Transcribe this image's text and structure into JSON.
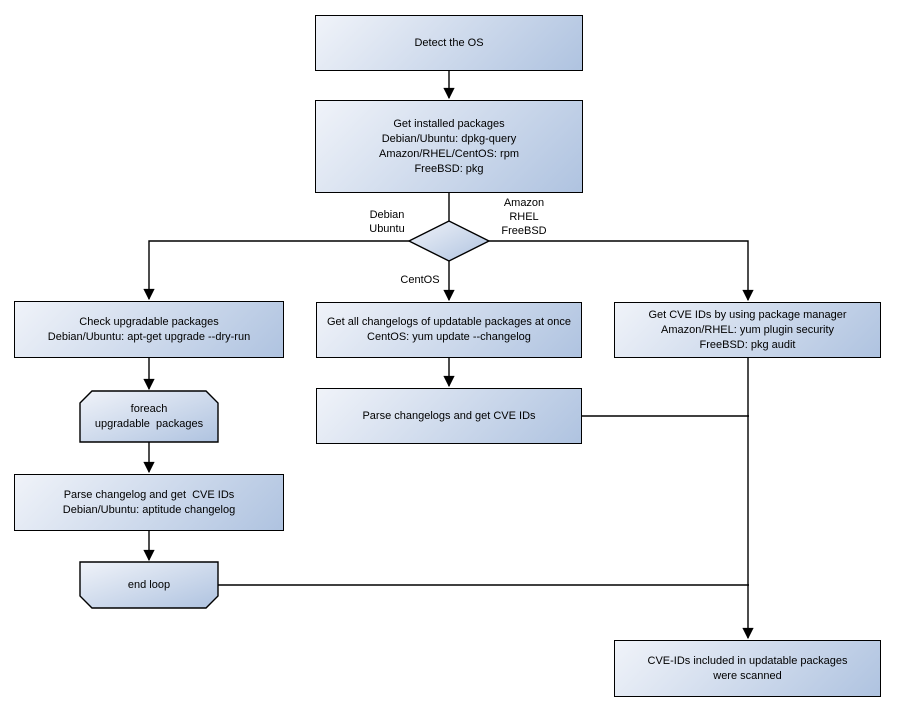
{
  "style": {
    "background": "#ffffff",
    "node_fill_light": "#f0f3f9",
    "node_fill_dark": "#afc3e0",
    "node_border": "#000000",
    "connector": "#000000",
    "text": "#000000"
  },
  "nodes": {
    "detect_os": "Detect the OS",
    "get_installed": "Get installed packages\nDebian/Ubuntu: dpkg-query\nAmazon/RHEL/CentOS: rpm\nFreeBSD: pkg",
    "check_upgradable": "Check upgradable packages\nDebian/Ubuntu: apt-get upgrade --dry-run",
    "foreach_loop": "foreach\nupgradable  packages",
    "parse_changelog_deb": "Parse changelog and get  CVE IDs\nDebian/Ubuntu: aptitude changelog",
    "end_loop": "end loop",
    "get_changelogs_centos": "Get all changelogs of updatable packages at once\nCentOS: yum update --changelog",
    "parse_changelogs_centos": "Parse changelogs and get CVE IDs",
    "get_cve_pkg_manager": "Get CVE IDs by using package manager\nAmazon/RHEL: yum plugin security\nFreeBSD: pkg audit",
    "scanned_result": "CVE-IDs included in updatable packages\nwere scanned"
  },
  "edge_labels": {
    "left_branch": "Debian\nUbuntu",
    "right_branch": "Amazon\nRHEL\nFreeBSD",
    "down_branch": "CentOS"
  }
}
